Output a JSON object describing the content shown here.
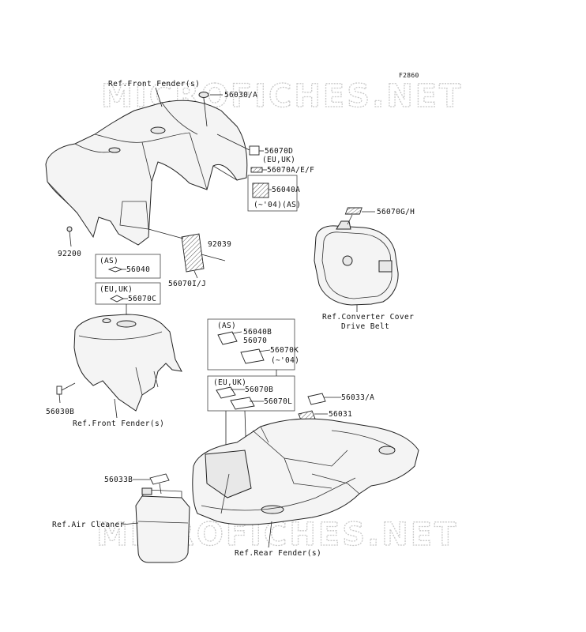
{
  "figure_code": "F2860",
  "watermark": "MICROFICHES.NET",
  "refs": {
    "front_fender_top": "Ref.Front Fender(s)",
    "front_fender_bottom": "Ref.Front Fender(s)",
    "converter_cover_line1": "Ref.Converter Cover",
    "converter_cover_line2": "Drive Belt",
    "air_cleaner": "Ref.Air Cleaner",
    "rear_fender": "Ref.Rear Fender(s)"
  },
  "parts": {
    "p56030A": "56030/A",
    "p56070D": "56070D",
    "p56070D_region": "(EU,UK)",
    "p56070AEF": "56070A/E/F",
    "p56040A": "56040A",
    "p56040A_note": "(~'04)(AS)",
    "p56070GH": "56070G/H",
    "p92200": "92200",
    "p92039": "92039",
    "p56070IJ": "56070I/J",
    "as_box_region": "(AS)",
    "p56040": "56040",
    "euuk_box_region": "(EU,UK)",
    "p56070C": "56070C",
    "p56030B": "56030B",
    "as_group_region": "(AS)",
    "p56040B": "56040B",
    "p56070": "56070",
    "p56070K": "56070K",
    "p56070K_note": "(~'04)",
    "euuk_group_region": "(EU,UK)",
    "p56070B": "56070B",
    "p56070L": "56070L",
    "p56033A": "56033/A",
    "p56031": "56031",
    "p56033B": "56033B"
  }
}
